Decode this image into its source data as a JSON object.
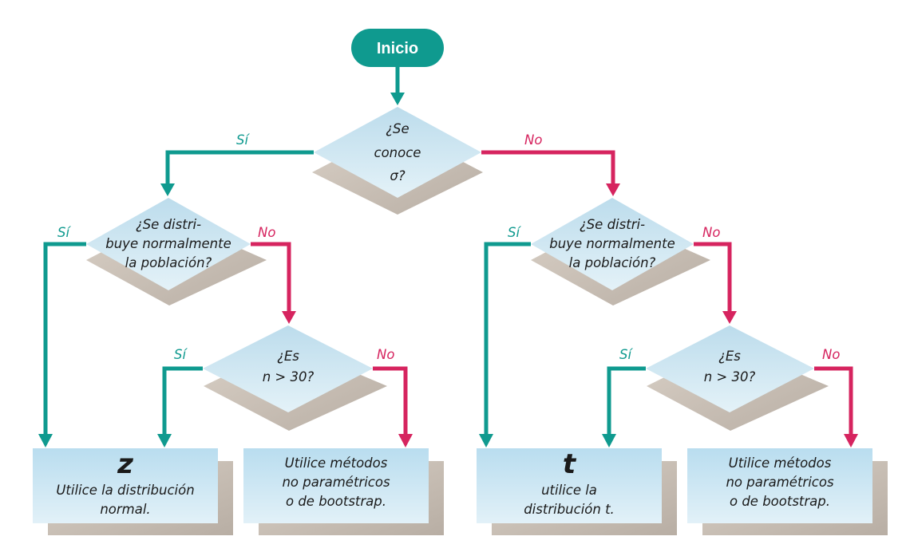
{
  "colors": {
    "teal": "#0f9a8f",
    "magenta": "#d6245f",
    "box_fill": "#c8e3f1",
    "shadow": "#cdc4bb"
  },
  "start": {
    "label": "Inicio"
  },
  "branch_labels": {
    "yes": "Sí",
    "no": "No"
  },
  "decisions": {
    "sigma": {
      "lines": [
        "¿Se",
        "conoce",
        "σ?"
      ]
    },
    "normal_left": {
      "lines": [
        "¿Se distri-",
        "buye normalmente",
        "la población?"
      ]
    },
    "normal_right": {
      "lines": [
        "¿Se distri-",
        "buye normalmente",
        "la población?"
      ]
    },
    "n_left": {
      "lines": [
        "¿Es",
        "n > 30?"
      ]
    },
    "n_right": {
      "lines": [
        "¿Es",
        "n > 30?"
      ]
    }
  },
  "outcomes": {
    "z": {
      "symbol": "z",
      "lines": [
        "Utilice la distribución",
        "normal."
      ]
    },
    "nonpar_left": {
      "lines": [
        "Utilice métodos",
        "no paramétricos",
        "o de bootstrap."
      ]
    },
    "t": {
      "symbol": "t",
      "lines": [
        "utilice la",
        "distribución t."
      ]
    },
    "nonpar_right": {
      "lines": [
        "Utilice métodos",
        "no paramétricos",
        "o de bootstrap."
      ]
    }
  }
}
